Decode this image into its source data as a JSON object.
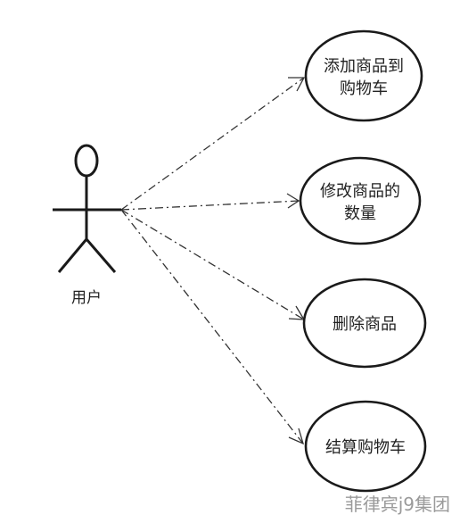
{
  "actor": {
    "label": "用户"
  },
  "use_cases": [
    {
      "id": "add-to-cart",
      "lines": [
        "添加商品到",
        "购物车"
      ]
    },
    {
      "id": "modify-quantity",
      "lines": [
        "修改商品的",
        "数量"
      ]
    },
    {
      "id": "delete-item",
      "lines": [
        "删除商品"
      ]
    },
    {
      "id": "checkout",
      "lines": [
        "结算购物车"
      ]
    }
  ],
  "watermark": "菲律宾j9集团",
  "colors": {
    "stroke": "#1a1a1a",
    "text": "#222222",
    "watermark": "#9a9a9a"
  }
}
